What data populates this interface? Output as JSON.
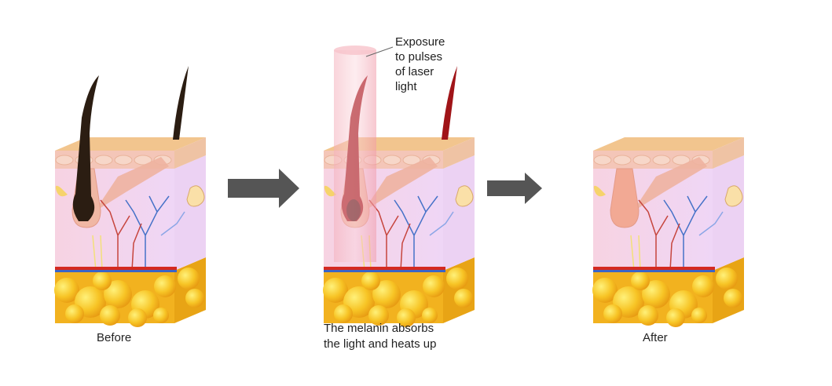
{
  "stages": [
    {
      "id": "before",
      "caption": "Before",
      "hair": "dark"
    },
    {
      "id": "during",
      "caption_lines": [
        "The melanin absorbs",
        "the light and heats up"
      ],
      "hair": "red"
    },
    {
      "id": "after",
      "caption": "After",
      "hair": "none"
    }
  ],
  "laser_label_lines": [
    "Exposure",
    "to pulses",
    "of laser",
    "light"
  ],
  "colors": {
    "arrow": "#555555",
    "hair_dark": "#2b1d12",
    "hair_red": "#a01418",
    "laser": "#f1a9b4",
    "dermis": "#f6d6ee",
    "epidermis": "#f2c58e",
    "fat": "#f6c02a"
  }
}
